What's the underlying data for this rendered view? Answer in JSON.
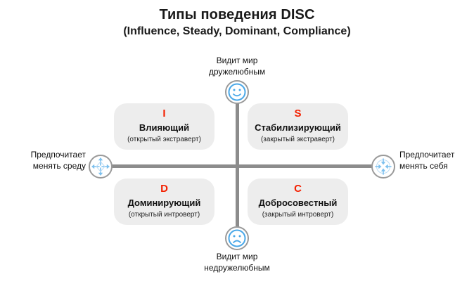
{
  "header": {
    "title": "Типы поведения DISC",
    "subtitle": "(Influence, Steady, Dominant, Compliance)"
  },
  "colors": {
    "letter_red": "#f42000",
    "box_fill": "#ededed",
    "axis_grey": "#8c8c8c",
    "icon_blue": "#4aa8e8",
    "circle_outline": "#9a9a9a"
  },
  "axes": {
    "top": {
      "caption_line1": "Видит мир",
      "caption_line2": "дружелюбным",
      "icon": "smiley-happy-icon"
    },
    "bottom": {
      "caption_line1": "Видит мир",
      "caption_line2": "недружелюбным",
      "icon": "smiley-sad-icon"
    },
    "left": {
      "caption_line1": "Предпочитает",
      "caption_line2": "менять среду",
      "icon": "arrows-outward-icon"
    },
    "right": {
      "caption_line1": "Предпочитает",
      "caption_line2": "менять себя",
      "icon": "arrows-inward-icon"
    }
  },
  "quadrants": {
    "top_left": {
      "letter": "I",
      "name": "Влияющий",
      "note": "(открытый экстраверт)"
    },
    "top_right": {
      "letter": "S",
      "name": "Стабилизирующий",
      "note": "(закрытый экстраверт)"
    },
    "bottom_left": {
      "letter": "D",
      "name": "Доминирующий",
      "note": "(открытый интроверт)"
    },
    "bottom_right": {
      "letter": "C",
      "name": "Добросовестный",
      "note": "(закрытый интроверт)"
    }
  }
}
